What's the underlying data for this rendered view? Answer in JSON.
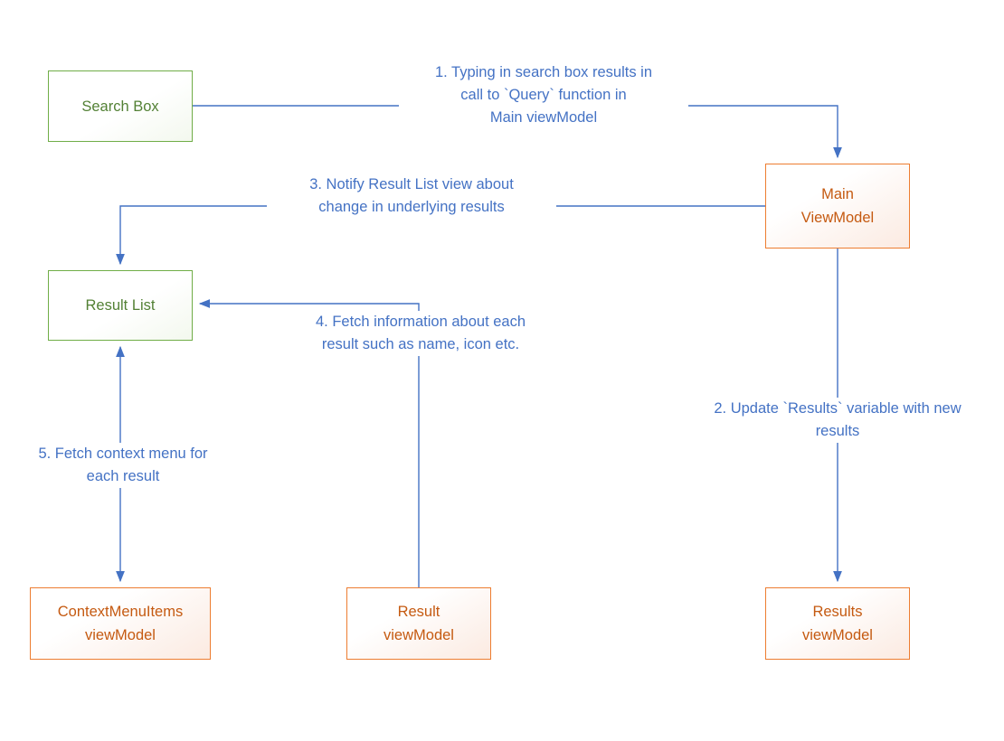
{
  "nodes": {
    "search_box": "Search Box",
    "main_viewmodel": "Main\nViewModel",
    "result_list": "Result List",
    "contextmenuitems_viewmodel": "ContextMenuItems\nviewModel",
    "result_viewmodel": "Result\nviewModel",
    "results_viewmodel": "Results\nviewModel"
  },
  "edge_labels": {
    "e1": "1. Typing in search box results in\ncall to `Query` function in\nMain viewModel",
    "e2": "2. Update `Results` variable with new\nresults",
    "e3": "3. Notify Result List view about\nchange in underlying results",
    "e4": "4. Fetch information about each\nresult such as name, icon etc.",
    "e5": "5. Fetch context menu for\neach result"
  },
  "colors": {
    "green_node_border": "#70AD47",
    "green_node_text": "#538135",
    "orange_node_border": "#ED7D31",
    "orange_node_text": "#C55A11",
    "connector_blue": "#4472C4",
    "background": "#FFFFFF"
  }
}
